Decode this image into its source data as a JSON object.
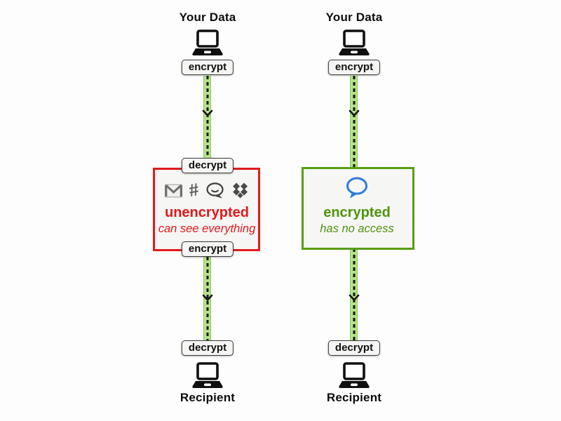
{
  "colors": {
    "background": "#fdfdfd",
    "red_accent": "#e01a1d",
    "green_accent": "#579d12",
    "green_text": "#4f930f",
    "pipe_fill": "#b6e28d",
    "pipe_edge": "#8bcd57",
    "blue_icon": "#2e7cd7"
  },
  "left": {
    "source": "Your Data",
    "encrypt1": "encrypt",
    "box": {
      "decrypt": "decrypt",
      "icons": [
        "gmail-icon",
        "slack-icon",
        "chat-bubble-icon",
        "dropbox-icon"
      ],
      "title": "unencrypted",
      "subtitle": "can see everything",
      "encrypt": "encrypt"
    },
    "decrypt2": "decrypt",
    "recipient": "Recipient"
  },
  "right": {
    "source": "Your Data",
    "encrypt1": "encrypt",
    "box": {
      "icon": "chat-bubble-icon",
      "title": "encrypted",
      "subtitle": "has no access"
    },
    "decrypt2": "decrypt",
    "recipient": "Recipient"
  }
}
